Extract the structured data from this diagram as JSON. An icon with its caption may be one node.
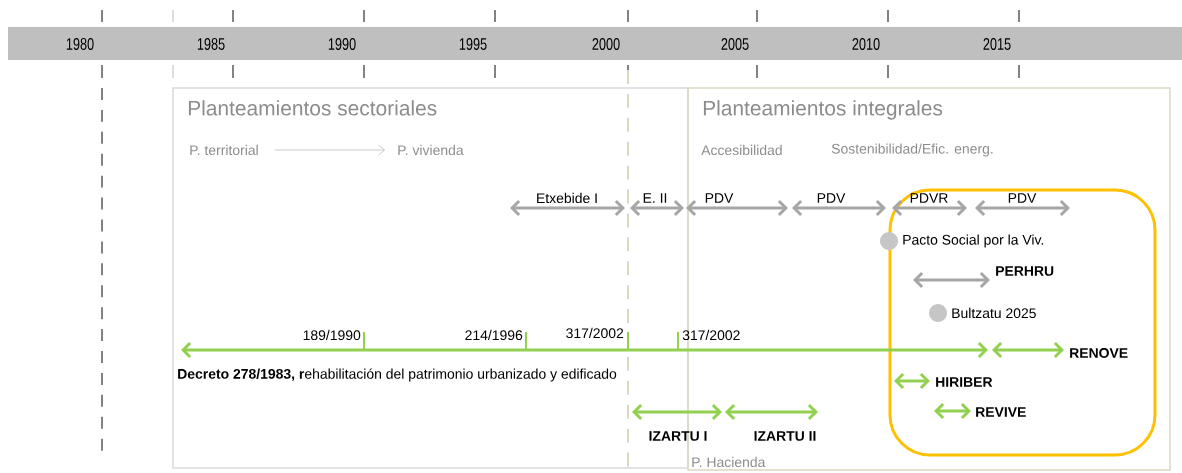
{
  "diagram": {
    "nodes": [
      {
        "text": [
          "Planteamientos sectoriales"
        ]
      },
      {
        "text": [
          "P. territorial"
        ],
        "in": 0
      },
      {
        "text": [
          "P. vivienda"
        ],
        "in": 0
      },
      {
        "text": [
          "Planteamientos integrales"
        ]
      },
      {
        "text": [],
        "shape": "box",
        "in": 3
      }
    ],
    "edges": [
      {
        "from": 1,
        "to": 2,
        "arrow": "to"
      }
    ],
    "labels": [
      "1980",
      "1985",
      "1990",
      "1995",
      "2000",
      "2005",
      "2010",
      "2015",
      "Accesibilidad",
      "Sostenibilidad/Efic. energ.",
      "Etxebide I",
      "E. II",
      "PDV",
      "PDV",
      "PDVR",
      "PDV",
      "Pacto Social por la Viv.",
      "PERHRU",
      "Bultzatu 2025",
      "189/1990",
      "214/1996",
      "317/2002",
      "317/2002",
      "RENOVE",
      "**Decreto 278/1983, r**ehabilitación del patrimonio urbanizado y edificado",
      "HIRIBER",
      "REVIVE",
      "IZARTU I",
      "IZARTU II",
      "P. Hacienda"
    ]
  }
}
